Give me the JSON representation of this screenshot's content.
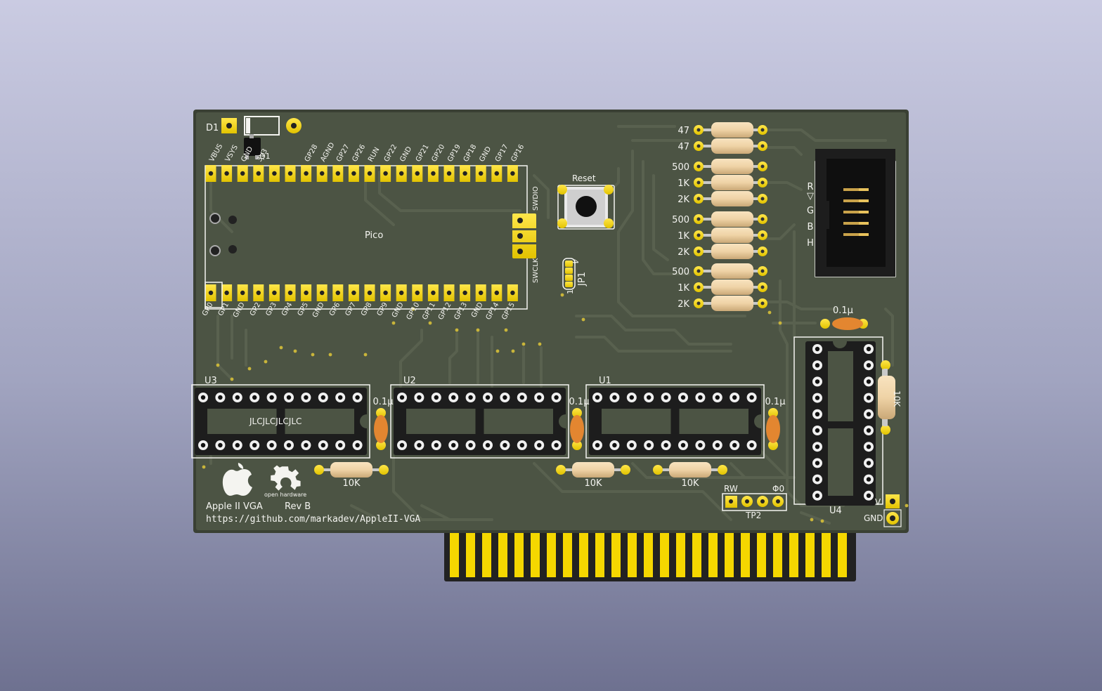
{
  "colors": {
    "background_top": "#cacbe2",
    "background_bottom": "#6e7190",
    "pcb": "#4c5444",
    "pcb_edge": "#3a4034",
    "copper_trace": "#59614f",
    "pad_gold": "#f5d700",
    "silkscreen": "#f4f4f0",
    "resistor_body": "#efd3a6",
    "capacitor": "#e38630",
    "socket_black": "#1d1d1d"
  },
  "board": {
    "diode_label": "D1",
    "transistor_label": "Q1",
    "pico": {
      "label": "Pico",
      "top_pins": [
        "VBUS",
        "VSYS",
        "GND",
        "3V3",
        "",
        "GP28",
        "AGND",
        "GP27",
        "GP26",
        "RUN",
        "GP22",
        "GND",
        "GP21",
        "GP20",
        "GP19",
        "GP18",
        "GND",
        "GP17",
        "GP16"
      ],
      "bottom_pins": [
        "GP0",
        "GP1",
        "GND",
        "GP2",
        "GP3",
        "GP4",
        "GP5",
        "GND",
        "GP6",
        "GP7",
        "GP8",
        "GP9",
        "GND",
        "GP10",
        "GP11",
        "GP12",
        "GP13",
        "GND",
        "GP14",
        "GP15"
      ],
      "debug_top": "SWDIO",
      "debug_bottom": "SWCLK"
    },
    "reset_label": "Reset",
    "jumper": {
      "label": "JP1",
      "pin_1": "1",
      "pin_4": "4"
    },
    "resistors": [
      "47",
      "47",
      "500",
      "1K",
      "2K",
      "500",
      "1K",
      "2K",
      "500",
      "1K",
      "2K"
    ],
    "vga_labels": [
      "R",
      "▽",
      "G",
      "B",
      "H"
    ],
    "chips": [
      {
        "label": "U3",
        "marking": "JLCJLCJLCJLC"
      },
      {
        "label": "U2",
        "marking": ""
      },
      {
        "label": "U1",
        "marking": ""
      },
      {
        "label": "U4",
        "marking": ""
      }
    ],
    "capacitor_labels": [
      "0.1µ",
      "0.1µ",
      "0.1µ",
      "0.1µ"
    ],
    "pullup_labels": [
      "10K",
      "10K",
      "10K"
    ],
    "vertical_resistor": "10K",
    "testpoint": {
      "label": "TP2",
      "left": "RW",
      "right": "Φ0"
    },
    "power": {
      "v_label": "V",
      "gnd_label": "GND"
    },
    "branding": {
      "product": "Apple II VGA",
      "revision": "Rev B",
      "url": "https://github.com/markadev/AppleII-VGA",
      "oshw_text": "open hardware"
    }
  }
}
